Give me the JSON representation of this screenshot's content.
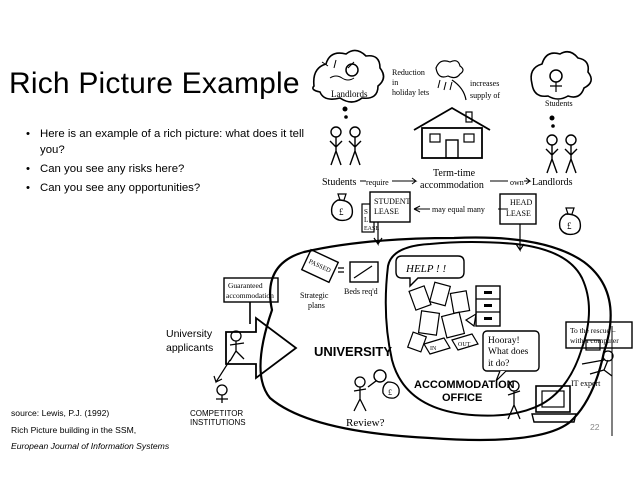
{
  "slide": {
    "title": "Rich Picture Example",
    "bullets": [
      "Here is an example of a rich picture: what does it tell you?",
      "Can you see any risks here?",
      "Can you see any opportunities?"
    ],
    "source": {
      "line1": "source: Lewis, P.J. (1992)",
      "line2": "Rich Picture building in the SSM,",
      "line3": "European Journal of Information Systems"
    },
    "page_number": "22"
  },
  "picture": {
    "landlords_left": "Landlords",
    "reduction_1": "Reduction",
    "reduction_2": "in",
    "reduction_3": "holiday lets",
    "increases_1": "increases",
    "increases_2": "supply of",
    "students_top": "Students",
    "term_time_1": "Term-time",
    "term_time_2": "accommodation",
    "students_left": "Students",
    "require": "require",
    "own": "own",
    "landlords_right": "Landlords",
    "pound": "£",
    "student_lease_1": "STUDENT",
    "student_lease_2": "LEASE",
    "may_equal_many": "may equal many",
    "head_lease_1": "HEAD",
    "head_lease_2": "LEASE",
    "sublease_1": "S",
    "sublease_2": "L",
    "sublease_3": "EASE",
    "help": "HELP ! !",
    "guaranteed_1": "Guaranteed",
    "guaranteed_2": "accommodation",
    "passed": "PASSED",
    "beds_reqd": "Beds req'd",
    "strategic_1": "Strategic",
    "strategic_2": "plans",
    "university_applicants_1": "University",
    "university_applicants_2": "applicants",
    "university": "UNIVERSITY",
    "hooray_1": "Hooray!",
    "hooray_2": "What does",
    "hooray_3": "it do?",
    "rescue_1": "To the rescue –",
    "rescue_2": "with a computer",
    "it_expert": "IT expert",
    "competitor_1": "COMPETITOR",
    "competitor_2": "INSTITUTIONS",
    "accommodation_office_1": "ACCOMMODATION",
    "accommodation_office_2": "OFFICE",
    "review": "Review?",
    "in_tray": "IN",
    "out_tray": "OUT"
  }
}
